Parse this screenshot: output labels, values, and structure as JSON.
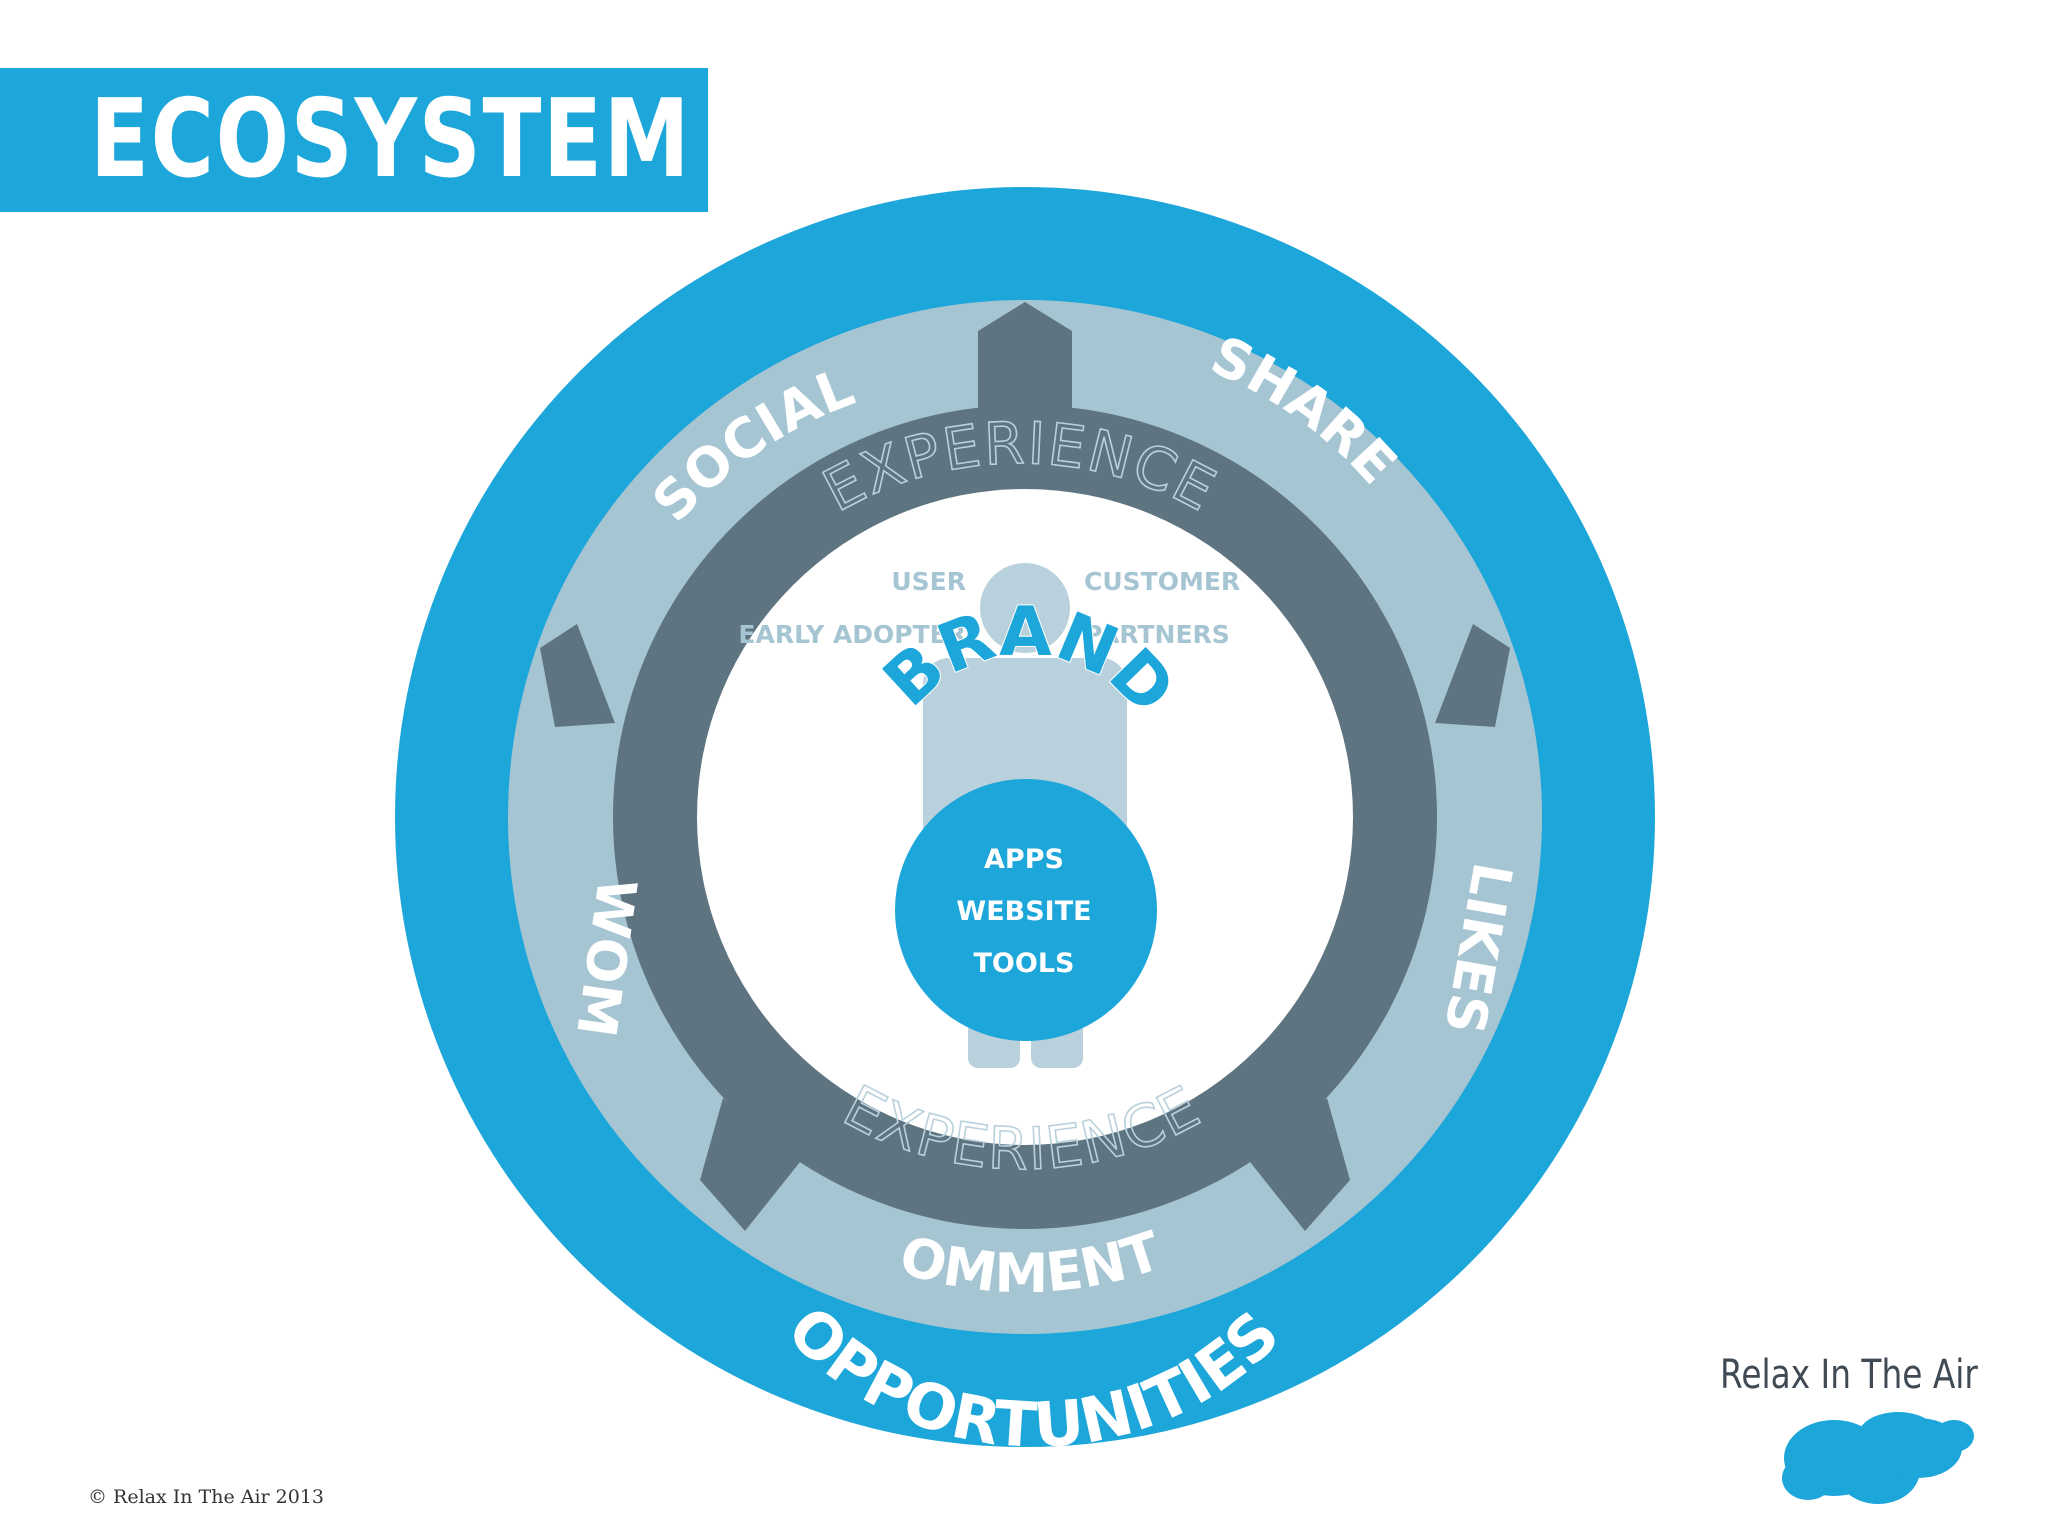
{
  "title": "ECOSYSTEM",
  "colors": {
    "accent_blue": "#1da6da",
    "ring_light": "#a6c5d3",
    "gear_slate": "#5f7481",
    "figure": "#b9d1dc",
    "background": "#ffffff"
  },
  "diagram": {
    "outer_ring_top": "OPPORTUNITIES",
    "outer_ring_bottom": "OPPORTUNITIES",
    "middle_ring": {
      "social": "SOCIAL",
      "share": "SHARE",
      "likes": "LIKES",
      "comments": "COMMENTS",
      "wom": "WOM"
    },
    "gear_top": "EXPERIENCE",
    "gear_bottom": "EXPERIENCE",
    "audience": {
      "user": "USER",
      "customer": "CUSTOMER",
      "early_adopter": "EARLY ADOPTER",
      "partners": "PARTNERS"
    },
    "brand": "BRAND",
    "core": [
      "APPS",
      "WEBSITE",
      "TOOLS"
    ]
  },
  "footer": {
    "copyright": "© Relax In The Air 2013",
    "logo_text": "Relax In The Air",
    "logo_icon": "cloud-icon"
  }
}
